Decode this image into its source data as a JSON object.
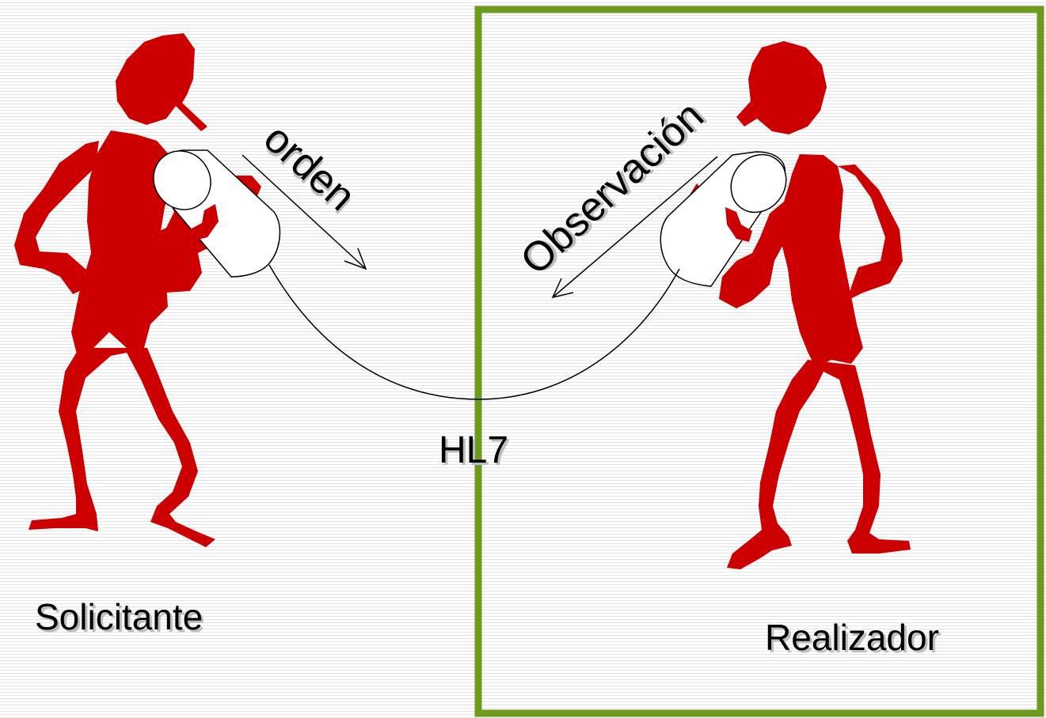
{
  "labels": {
    "order": "orden",
    "observation": "Observación",
    "protocol": "HL7",
    "requester": "Solicitante",
    "performer": "Realizador"
  },
  "colors": {
    "figure": "#cc0000",
    "frame": "#6b9a1f",
    "can_fill": "#ffffff",
    "line": "#000000"
  }
}
